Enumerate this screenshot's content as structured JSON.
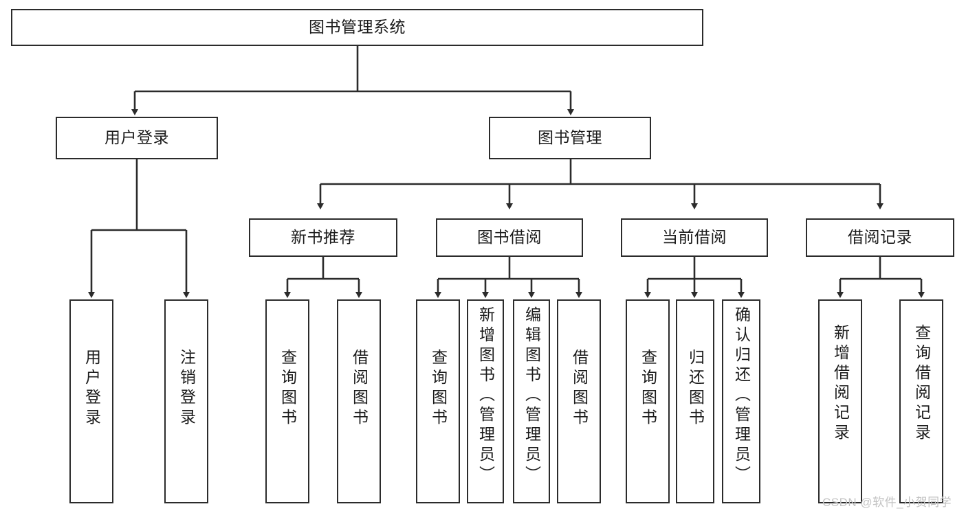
{
  "diagram": {
    "title": "图书管理系统",
    "type": "hierarchy-tree",
    "orientation": "top-down",
    "levels": 4,
    "colors": {
      "node_border": "#2b2b2b",
      "node_fill": "#ffffff",
      "edge": "#2b2b2b",
      "text": "#1b1b1b",
      "watermark": "#c3c3c3",
      "background": "#ffffff"
    }
  },
  "nodes": {
    "root": {
      "label": "图书管理系统"
    },
    "level2": [
      {
        "id": "user-login",
        "label": "用户登录"
      },
      {
        "id": "book-manage",
        "label": "图书管理"
      }
    ],
    "level3": [
      {
        "id": "new-book-recommend",
        "label": "新书推荐"
      },
      {
        "id": "book-borrow",
        "label": "图书借阅"
      },
      {
        "id": "current-borrow",
        "label": "当前借阅"
      },
      {
        "id": "borrow-record",
        "label": "借阅记录"
      }
    ],
    "leaves": [
      {
        "id": "leaf-user-login",
        "label": "用户登录",
        "parent": "user-login"
      },
      {
        "id": "leaf-logout-login",
        "label": "注销登录",
        "parent": "user-login"
      },
      {
        "id": "leaf-query-book-1",
        "label": "查询图书",
        "parent": "new-book-recommend"
      },
      {
        "id": "leaf-borrow-book-1",
        "label": "借阅图书",
        "parent": "new-book-recommend"
      },
      {
        "id": "leaf-query-book-2",
        "label": "查询图书",
        "parent": "book-borrow"
      },
      {
        "id": "leaf-add-book",
        "label": "新增图书（管理员）",
        "parent": "book-borrow"
      },
      {
        "id": "leaf-edit-book",
        "label": "编辑图书（管理员）",
        "parent": "book-borrow"
      },
      {
        "id": "leaf-borrow-book-2",
        "label": "借阅图书",
        "parent": "book-borrow"
      },
      {
        "id": "leaf-query-book-3",
        "label": "查询图书",
        "parent": "current-borrow"
      },
      {
        "id": "leaf-return-book",
        "label": "归还图书",
        "parent": "current-borrow"
      },
      {
        "id": "leaf-confirm-return",
        "label": "确认归还（管理员）",
        "parent": "current-borrow"
      },
      {
        "id": "leaf-add-record",
        "label": "新增借阅记录",
        "parent": "borrow-record"
      },
      {
        "id": "leaf-query-record",
        "label": "查询借阅记录",
        "parent": "borrow-record"
      }
    ]
  },
  "watermark": {
    "text": "CSDN @软件_小贺同学"
  }
}
